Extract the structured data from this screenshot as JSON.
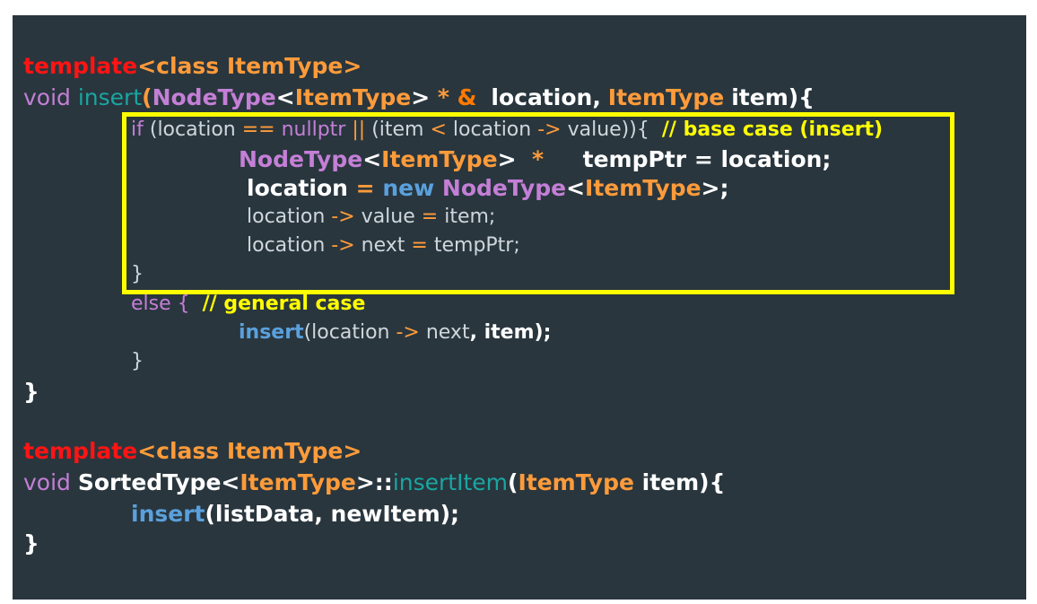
{
  "code": {
    "l1": {
      "kw": "template",
      "rest": "<class ItemType>"
    },
    "l2": {
      "void": "void",
      "fn": "insert",
      "paren": "(",
      "type": "NodeType",
      "lt": "<",
      "item_type": "ItemType",
      "gt": ">",
      "ptr": " * ",
      "amp": "&",
      "loc": "location",
      "comma": ",",
      "item_type2": "ItemType",
      "item": "item",
      "close": "){"
    },
    "l3": {
      "if": "if",
      "cond1": "(location",
      "eq": "==",
      "nullptr": "nullptr",
      "or": "||",
      "cond2": "(item",
      "lt": "<",
      "loc": "location",
      "arrow": "->",
      "value": "value)){",
      "comment": "// base case (insert)"
    },
    "l4": {
      "type": "NodeType",
      "lt": "<",
      "item_type": "ItemType",
      "gt": ">",
      "star": "*",
      "tmp": "tempPtr",
      "eq": "=",
      "loc": "location;"
    },
    "l5": {
      "loc": "location",
      "eq": "=",
      "new": "new",
      "type": "NodeType",
      "lt": "<",
      "item_type": "ItemType",
      "gt": ">;"
    },
    "l6": {
      "loc": "location",
      "arrow": "->",
      "value": "value",
      "eq": "=",
      "item": "item;"
    },
    "l7": {
      "loc": "location",
      "arrow": "->",
      "next": "next",
      "eq": "=",
      "tmp": "tempPtr;"
    },
    "l8": {
      "brace": "}"
    },
    "l9": {
      "else": "else {",
      "comment": "// general case"
    },
    "l10": {
      "fn": "insert",
      "paren": "(location",
      "arrow": "->",
      "next": "next",
      "rest": ", item);"
    },
    "l11": {
      "brace": "}"
    },
    "l12": {
      "brace": "}"
    },
    "l13": {
      "kw": "template",
      "rest": "<class ItemType>"
    },
    "l14": {
      "void": "void",
      "cls": "SortedType",
      "lt": "<",
      "item_type": "ItemType",
      "gt": ">::",
      "fn": "insertItem",
      "paren": "(",
      "item_type2": "ItemType",
      "rest": " item){"
    },
    "l15": {
      "fn": "insert",
      "rest": "(listData, newItem);"
    },
    "l16": {
      "brace": "}"
    }
  },
  "highlight_color": "#ffff00",
  "background_color": "#29363e"
}
